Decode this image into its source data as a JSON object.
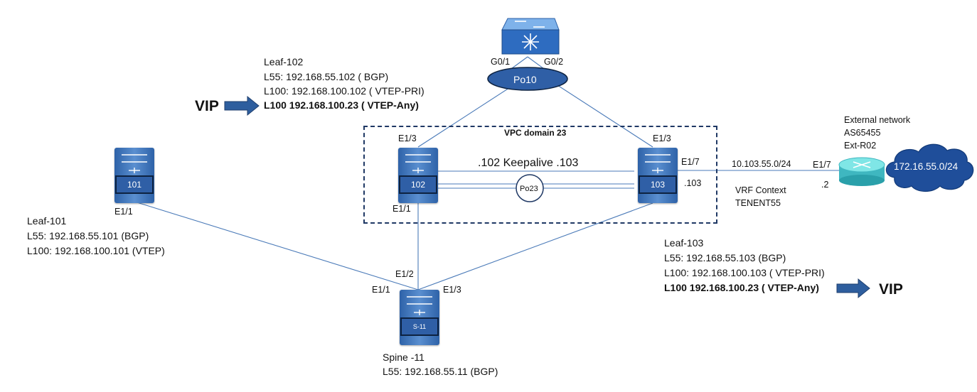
{
  "leaf_102": {
    "title": "Leaf-102",
    "l55": "L55: 192.168.55.102 ( BGP)",
    "l100": "L100: 192.168.100.102 ( VTEP-PRI)",
    "vip_line": "L100 192.168.100.23 ( VTEP-Any)",
    "vip_label": "VIP",
    "switch_label": "102",
    "port_e13": "E1/3",
    "port_e11": "E1/1"
  },
  "leaf_101": {
    "title": "Leaf-101",
    "l55": "L55: 192.168.55.101 (BGP)",
    "l100": "L100: 192.168.100.101  (VTEP)",
    "switch_label": "101",
    "port_e11": "E1/1"
  },
  "leaf_103": {
    "title": "Leaf-103",
    "l55": "L55: 192.168.55.103 (BGP)",
    "l100": "L100: 192.168.100.103 ( VTEP-PRI)",
    "vip_line": "L100 192.168.100.23 ( VTEP-Any)",
    "vip_label": "VIP",
    "switch_label": "103",
    "port_e13": "E1/3",
    "port_e17": "E1/7",
    "ip_suffix": ".103"
  },
  "spine": {
    "title": "Spine -11",
    "l55": "L55: 192.168.55.11 (BGP)",
    "switch_label": "S-11",
    "port_e11": "E1/1",
    "port_e12": "E1/2",
    "port_e13": "E1/3"
  },
  "top_switch": {
    "port_g01": "G0/1",
    "port_g02": "G0/2",
    "portchannel": "Po10"
  },
  "vpc": {
    "title": "VPC domain 23",
    "keepalive": ".102 Keepalive .103",
    "peer_link": "Po23"
  },
  "external": {
    "title": "External network",
    "as": "AS65455",
    "router": "Ext-R02",
    "cloud_prefix": "172.16.55.0/24",
    "link_subnet": "10.103.55.0/24",
    "port_e17": "E1/7",
    "ip_suffix": ".2",
    "vrf": "VRF Context",
    "tenant": "TENENT55"
  },
  "colors": {
    "switch_blue": "#2e62a8",
    "link_blue": "#4a7ab8",
    "arrow_blue": "#2e5e9e",
    "router_teal": "#5fd6d6",
    "cloud_blue": "#1f4e9a"
  }
}
